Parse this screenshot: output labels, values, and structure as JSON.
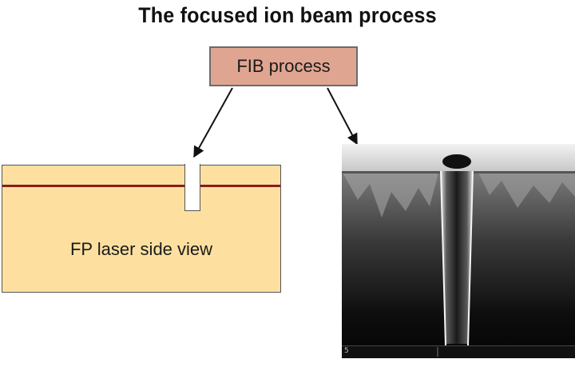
{
  "title": "The focused ion beam process",
  "process_box": {
    "label": "FIB process"
  },
  "laser_diagram": {
    "label": "FP laser side view"
  },
  "micrograph": {
    "corner_label": "5"
  },
  "colors": {
    "process_box_fill": "#e0a591",
    "laser_body_fill": "#fde0a0",
    "laser_stripe": "#8b1c1c"
  }
}
